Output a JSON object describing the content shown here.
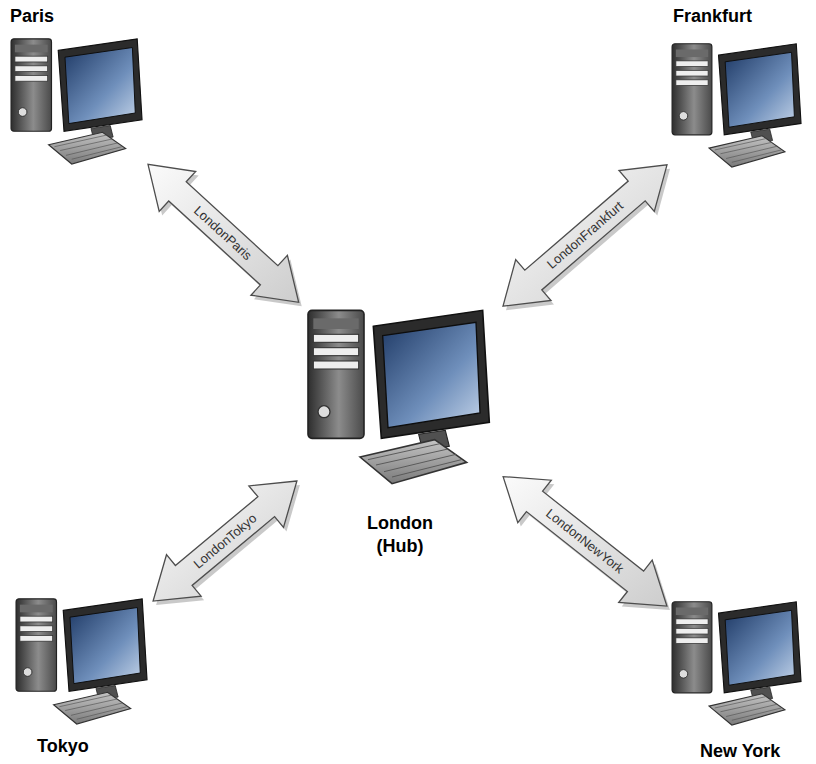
{
  "diagram": {
    "nodes": [
      {
        "text": [
          "Paris"
        ]
      },
      {
        "text": [
          "Frankfurt"
        ]
      },
      {
        "text": [
          "London (Hub)"
        ]
      },
      {
        "text": [
          "Tokyo"
        ]
      },
      {
        "text": [
          "New York"
        ]
      }
    ],
    "edges": [
      {
        "from": 2,
        "to": 0,
        "label": "LondonParis",
        "arrow": "both"
      },
      {
        "from": 2,
        "to": 1,
        "label": "LondonFrankfurt",
        "arrow": "both"
      },
      {
        "from": 2,
        "to": 3,
        "label": "LondonTokyo",
        "arrow": "both"
      },
      {
        "from": 2,
        "to": 4,
        "label": "LondonNewYork",
        "arrow": "both"
      }
    ]
  }
}
